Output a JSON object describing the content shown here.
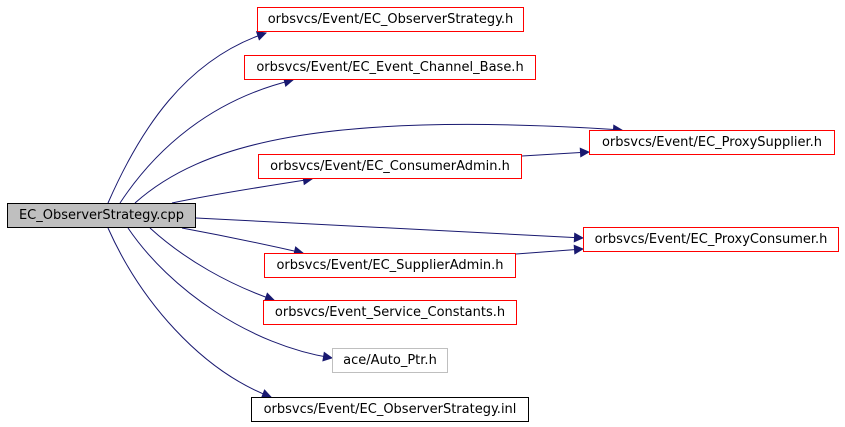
{
  "colors": {
    "edge": "#191970",
    "node_border_red": "#ff0000",
    "node_border_black": "#000000",
    "node_border_gray": "#bfbfbf",
    "root_fill": "#bfbfbf"
  },
  "nodes": {
    "root": "EC_ObserverStrategy.cpp",
    "observer_strategy_h": "orbsvcs/Event/EC_ObserverStrategy.h",
    "event_channel_base_h": "orbsvcs/Event/EC_Event_Channel_Base.h",
    "proxy_supplier_h": "orbsvcs/Event/EC_ProxySupplier.h",
    "consumer_admin_h": "orbsvcs/Event/EC_ConsumerAdmin.h",
    "proxy_consumer_h": "orbsvcs/Event/EC_ProxyConsumer.h",
    "supplier_admin_h": "orbsvcs/Event/EC_SupplierAdmin.h",
    "service_constants_h": "orbsvcs/Event_Service_Constants.h",
    "auto_ptr_h": "ace/Auto_Ptr.h",
    "observer_strategy_inl": "orbsvcs/Event/EC_ObserverStrategy.inl"
  },
  "edges": [
    {
      "from": "root",
      "to": "observer_strategy_h"
    },
    {
      "from": "root",
      "to": "event_channel_base_h"
    },
    {
      "from": "root",
      "to": "proxy_supplier_h"
    },
    {
      "from": "root",
      "to": "consumer_admin_h"
    },
    {
      "from": "root",
      "to": "proxy_consumer_h"
    },
    {
      "from": "root",
      "to": "supplier_admin_h"
    },
    {
      "from": "root",
      "to": "service_constants_h"
    },
    {
      "from": "root",
      "to": "auto_ptr_h"
    },
    {
      "from": "root",
      "to": "observer_strategy_inl"
    },
    {
      "from": "consumer_admin_h",
      "to": "proxy_supplier_h"
    },
    {
      "from": "supplier_admin_h",
      "to": "proxy_consumer_h"
    }
  ]
}
